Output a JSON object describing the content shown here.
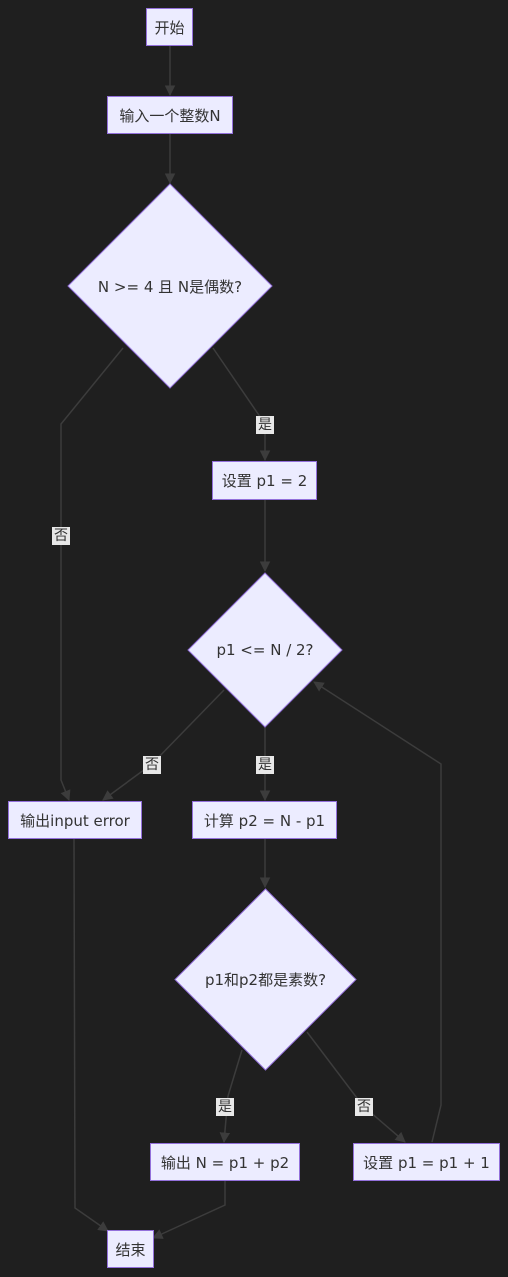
{
  "nodes": {
    "start": "开始",
    "input": "输入一个整数N",
    "check_n": "N >= 4 且 N是偶数?",
    "set_p1": "设置 p1 = 2",
    "check_p1": "p1 <= N / 2?",
    "output_error": "输出input error",
    "calc_p2": "计算 p2 = N - p1",
    "check_prime": "p1和p2都是素数?",
    "output_result": "输出 N = p1 + p2",
    "increment_p1": "设置 p1 = p1 + 1",
    "end": "结束"
  },
  "edge_labels": {
    "yes": "是",
    "no": "否"
  },
  "colors": {
    "background": "#1f1f1f",
    "node_fill": "#ececff",
    "node_border": "#9370db",
    "edge": "#3c3c3c",
    "label_bg": "#e8e8e8"
  }
}
